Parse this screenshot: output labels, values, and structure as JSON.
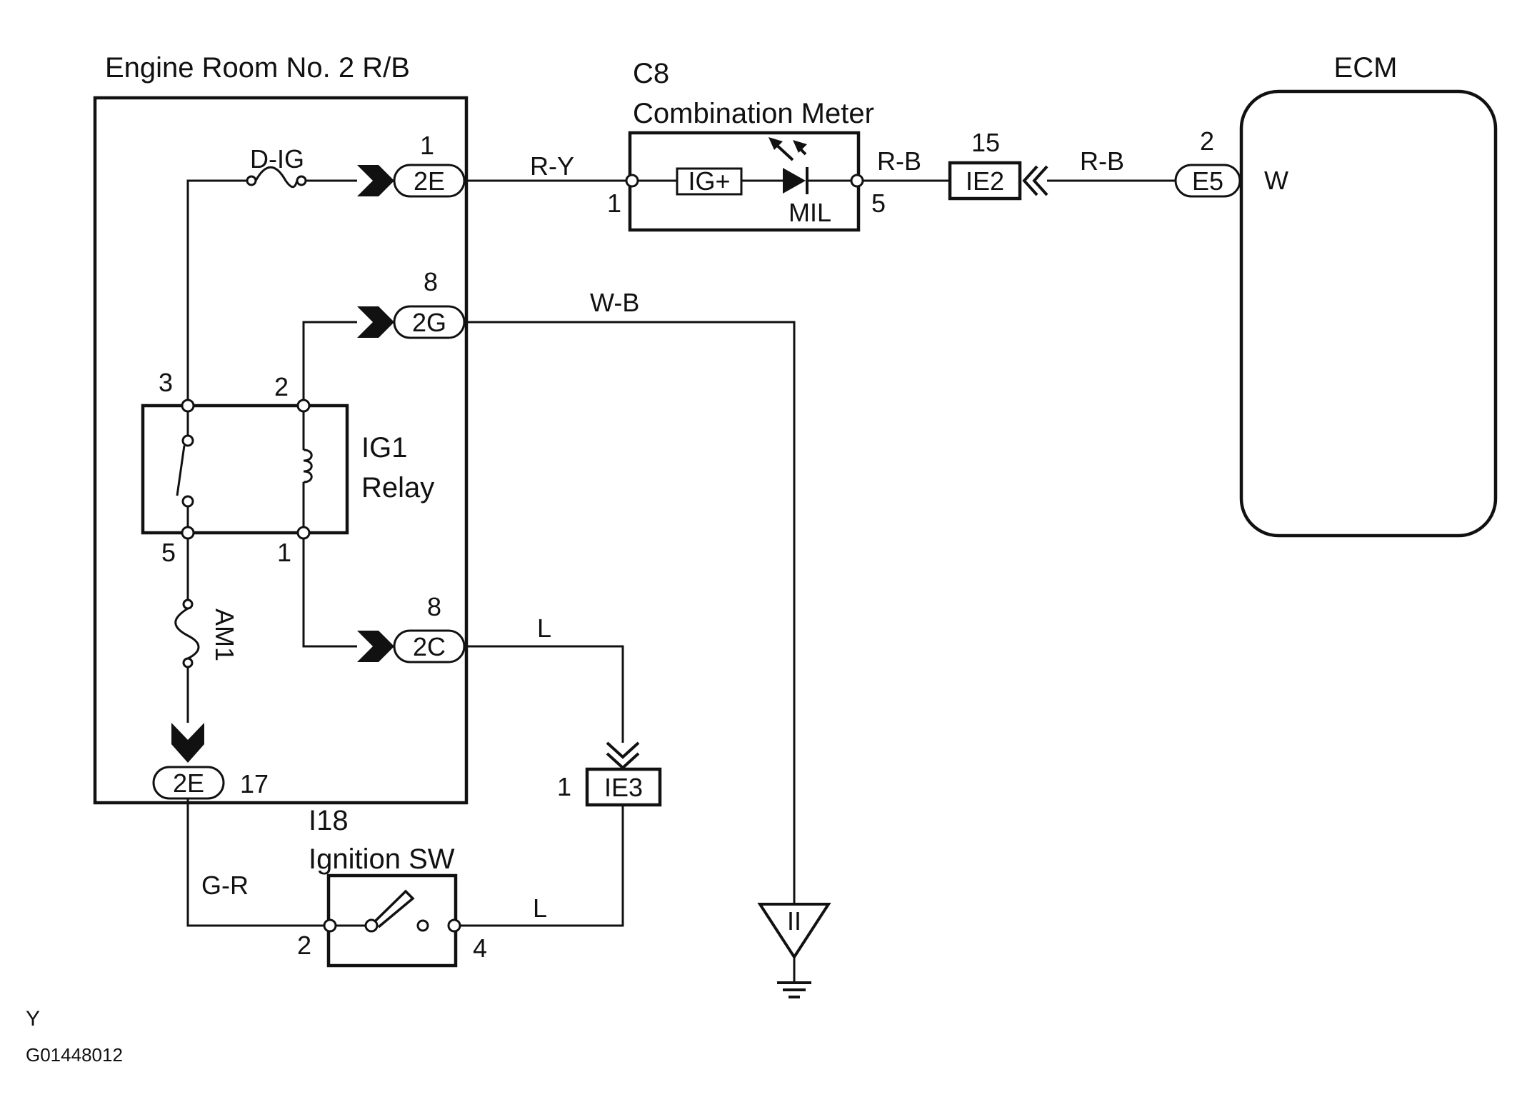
{
  "components": {
    "relay_box": "Engine Room No. 2 R/B",
    "meter_code": "C8",
    "meter_name": "Combination Meter",
    "ecm": "ECM",
    "ig_switch_code": "I18",
    "ig_switch_name": "Ignition SW",
    "relay_line1": "IG1",
    "relay_line2": "Relay"
  },
  "fuses": {
    "dig": "D-IG",
    "am1": "AM1"
  },
  "connectors": {
    "c2e_top": "2E",
    "c2g": "2G",
    "c2c": "2C",
    "c2e_bottom": "2E",
    "ie2": "IE2",
    "ie3": "IE3",
    "e5": "E5"
  },
  "pins": {
    "c2e_top": "1",
    "c2g": "8",
    "c2c": "8",
    "c2e_bottom": "17",
    "relay_3": "3",
    "relay_2": "2",
    "relay_5": "5",
    "relay_1": "1",
    "meter_in": "1",
    "meter_out": "5",
    "ie2": "15",
    "e5": "2",
    "ie3": "1",
    "sw_2": "2",
    "sw_4": "4"
  },
  "wires": {
    "ry": "R-Y",
    "rb1": "R-B",
    "rb2": "R-B",
    "wb": "W-B",
    "l1": "L",
    "l2": "L",
    "gr": "G-R"
  },
  "meter_internal": {
    "ig_plus": "IG+",
    "mil": "MIL"
  },
  "ecm_terminal": "W",
  "ground_marker": "II",
  "footer": {
    "code": "Y",
    "figure_id": "G01448012"
  }
}
